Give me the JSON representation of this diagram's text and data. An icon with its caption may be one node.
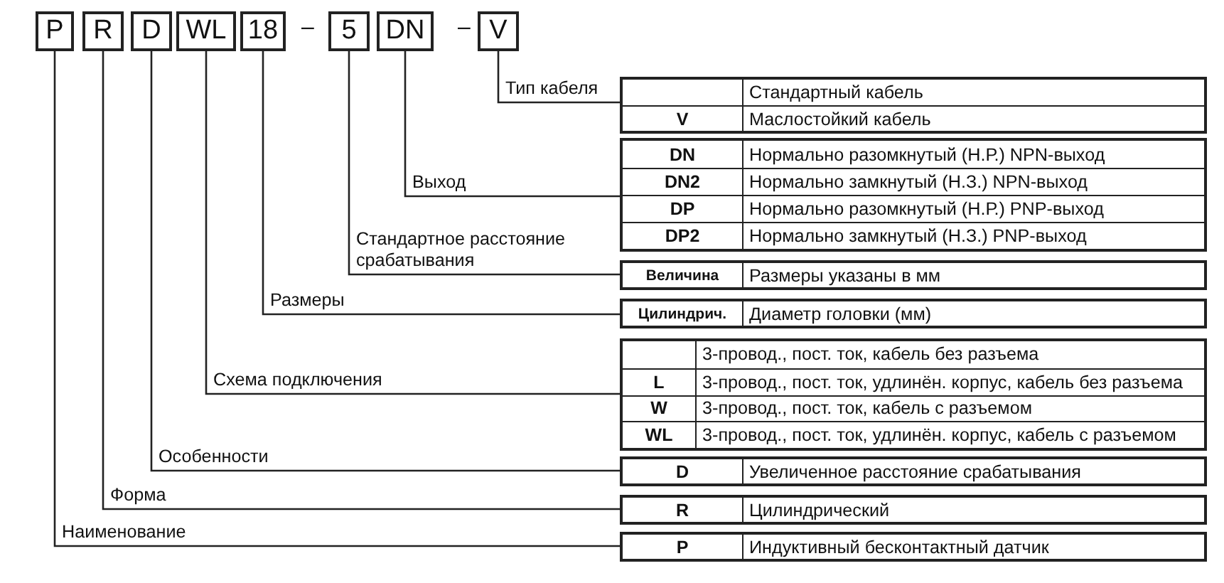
{
  "diagram": {
    "nodes": [
      {
        "text": [
          "P"
        ]
      },
      {
        "text": [
          "R"
        ]
      },
      {
        "text": [
          "D"
        ]
      },
      {
        "text": [
          "WL"
        ]
      },
      {
        "text": [
          "18"
        ]
      },
      {
        "text": [
          "5"
        ]
      },
      {
        "text": [
          "DN"
        ]
      },
      {
        "text": [
          "V"
        ]
      },
      {
        "text": [],
        "shape": "box"
      },
      {
        "text": [
          "Стандартный кабель"
        ],
        "in": 8
      },
      {
        "text": [
          "V",
          "Маслостойкий кабель"
        ],
        "in": 8
      },
      {
        "text": [],
        "shape": "box"
      },
      {
        "text": [
          "DN",
          "Нормально разомкнутый (Н.Р.) NPN-выход"
        ],
        "in": 11
      },
      {
        "text": [
          "DN2",
          "Нормально замкнутый (Н.З.) NPN-выход"
        ],
        "in": 11
      },
      {
        "text": [
          "DP",
          "Нормально разомкнутый (Н.Р.) PNP-выход"
        ],
        "in": 11
      },
      {
        "text": [
          "DP2",
          "Нормально замкнутый (Н.З.) PNP-выход"
        ],
        "in": 11
      },
      {
        "text": [
          "Величина",
          "Размеры указаны в мм"
        ]
      },
      {
        "text": [
          "Цилиндрич.",
          "Диаметр головки (мм)"
        ]
      },
      {
        "text": [],
        "shape": "box"
      },
      {
        "text": [
          "3-провод., пост. ток, кабель без разъема"
        ],
        "in": 18
      },
      {
        "text": [
          "L",
          "3-провод., пост. ток, удлинён. корпус, кабель без разъема"
        ],
        "in": 18
      },
      {
        "text": [
          "W",
          "3-провод., пост. ток, кабель с разъемом"
        ],
        "in": 18
      },
      {
        "text": [
          "WL",
          "3-провод., пост. ток, удлинён. корпус, кабель с разъемом"
        ],
        "in": 18
      },
      {
        "text": [
          "D",
          "Увеличенное расстояние срабатывания"
        ]
      },
      {
        "text": [
          "R",
          "Цилиндрический"
        ]
      },
      {
        "text": [
          "P",
          "Индуктивный бесконтактный датчик"
        ]
      }
    ],
    "edges": [
      {
        "from": 7,
        "to": 8,
        "arrow": "none",
        "label": "Тип кабеля"
      },
      {
        "from": 6,
        "to": 11,
        "arrow": "none",
        "label": "Выход"
      },
      {
        "from": 5,
        "to": 16,
        "arrow": "none",
        "label": "Стандартное расстояние срабатывания"
      },
      {
        "from": 4,
        "to": 17,
        "arrow": "none",
        "label": "Размеры"
      },
      {
        "from": 3,
        "to": 18,
        "arrow": "none",
        "label": "Схема подключения"
      },
      {
        "from": 2,
        "to": 23,
        "arrow": "none",
        "label": "Особенности"
      },
      {
        "from": 1,
        "to": 24,
        "arrow": "none",
        "label": "Форма"
      },
      {
        "from": 0,
        "to": 25,
        "arrow": "none",
        "label": "Наименование"
      }
    ],
    "labels": [
      "–",
      "–"
    ]
  }
}
